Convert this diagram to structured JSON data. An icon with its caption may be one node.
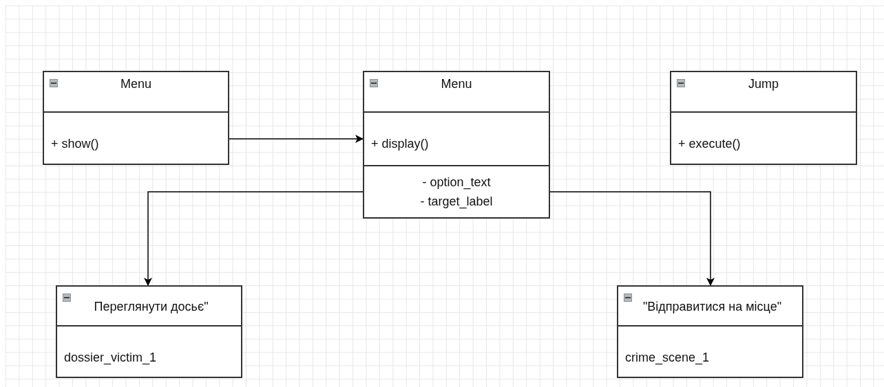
{
  "diagram": {
    "nodes": [
      {
        "text": [
          "Menu",
          "+ show()"
        ]
      },
      {
        "text": [
          "Menu",
          "+ display()",
          "- option_text",
          "- target_label"
        ]
      },
      {
        "text": [
          "Jump",
          "+ execute()"
        ]
      },
      {
        "text": [
          "Переглянути досьє\"",
          "dossier_victim_1"
        ]
      },
      {
        "text": [
          "\"Відправитися на місце\"",
          "crime_scene_1"
        ]
      }
    ],
    "edges": [
      {
        "from": 0,
        "to": 1,
        "arrow": "to"
      },
      {
        "from": 1,
        "to": 3,
        "arrow": "to"
      },
      {
        "from": 1,
        "to": 4,
        "arrow": "to"
      }
    ]
  }
}
